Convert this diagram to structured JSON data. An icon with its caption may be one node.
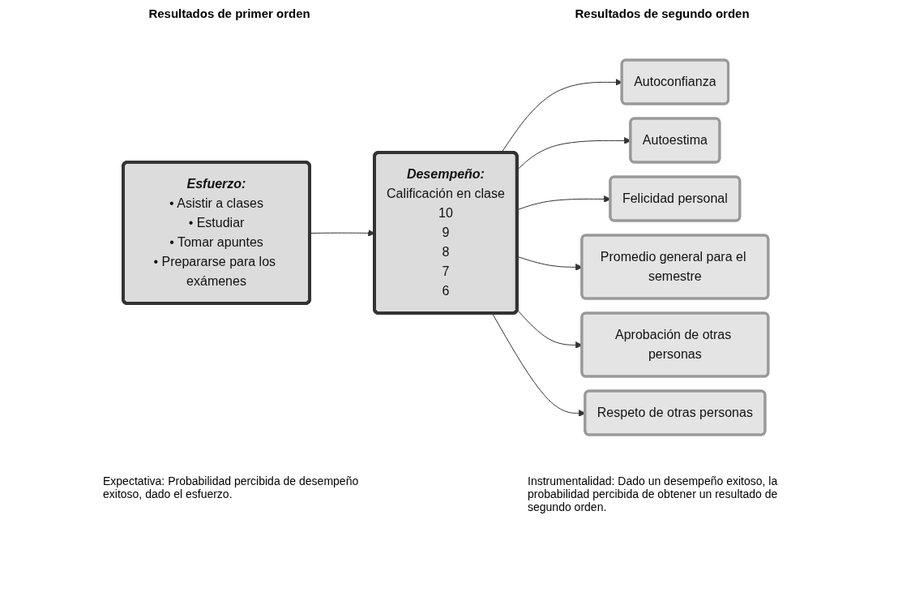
{
  "diagram": {
    "nodes": [
      {
        "text": [
          "Esfuerzo:",
          "• Asistir a clases",
          "• Estudiar",
          "• Tomar apuntes",
          "• Prepararse para los exámenes"
        ]
      },
      {
        "text": [
          "Desempeño:",
          "Calificación en clase",
          "10",
          "9",
          "8",
          "7",
          "6"
        ]
      },
      {
        "text": [
          "Autoconfianza"
        ]
      },
      {
        "text": [
          "Autoestima"
        ]
      },
      {
        "text": [
          "Felicidad personal"
        ]
      },
      {
        "text": [
          "Promedio general para el semestre"
        ]
      },
      {
        "text": [
          "Aprobación de otras personas"
        ]
      },
      {
        "text": [
          "Respeto de otras personas"
        ]
      }
    ],
    "edges": [
      {
        "from": 0,
        "to": 1,
        "arrow": "to"
      },
      {
        "from": 1,
        "to": 2,
        "arrow": "to"
      },
      {
        "from": 1,
        "to": 3,
        "arrow": "to"
      },
      {
        "from": 1,
        "to": 4,
        "arrow": "to"
      },
      {
        "from": 1,
        "to": 5,
        "arrow": "to"
      },
      {
        "from": 1,
        "to": 6,
        "arrow": "to"
      },
      {
        "from": 1,
        "to": 7,
        "arrow": "to"
      }
    ],
    "labels": [
      "Resultados de primer orden",
      "Resultados de segundo orden",
      "Expectativa: Probabilidad percibida de desempeño exitoso, dado el esfuerzo.",
      "Instrumentalidad: Dado un desempeño exitoso, la probabilidad percibida de obtener un resultado de segundo orden."
    ]
  }
}
